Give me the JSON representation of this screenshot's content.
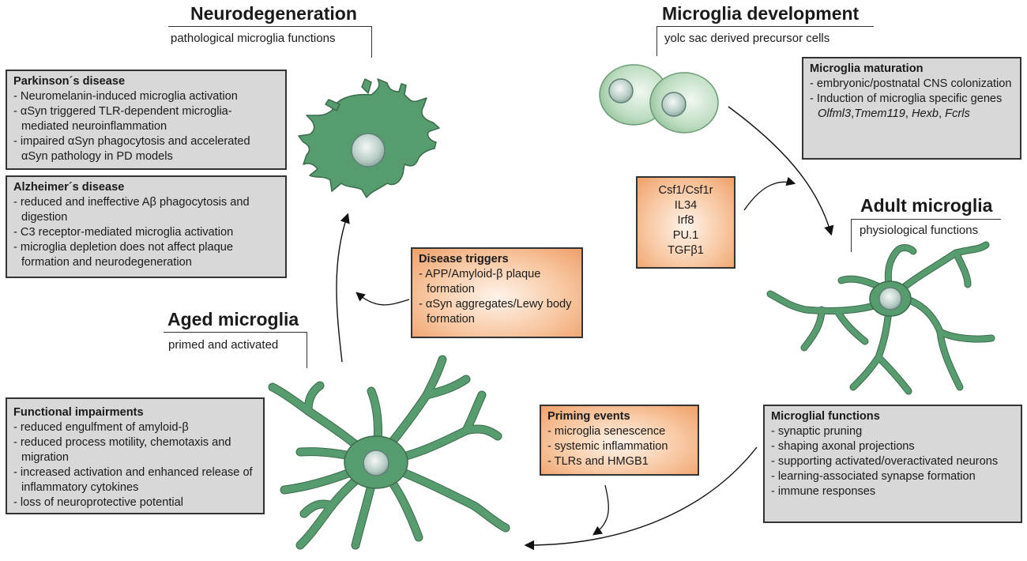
{
  "colors": {
    "cell_fill": "#579c6f",
    "cell_stroke": "#3c6b4d",
    "nucleus_fill": "#d6e3de",
    "precursor_fill": "#c7e0c9",
    "grey_box": "#d8d8d8",
    "orange_box": "#f4b384",
    "line": "#1a1a1a"
  },
  "sections": {
    "neurodegeneration": {
      "title": "Neurodegeneration",
      "subtitle": "pathological microglia functions"
    },
    "development": {
      "title": "Microglia development",
      "subtitle": "yolc sac derived precursor cells"
    },
    "adult": {
      "title": "Adult microglia",
      "subtitle": "physiological functions"
    },
    "aged": {
      "title": "Aged microglia",
      "subtitle": "primed and activated"
    }
  },
  "boxes": {
    "parkinsons": {
      "heading": "Parkinson´s disease",
      "items": [
        "- Neuromelanin-induced microglia activation",
        "- αSyn triggered TLR-dependent microglia-mediated neuroinflammation",
        "- impaired αSyn phagocytosis and accelerated αSyn pathology in PD models"
      ]
    },
    "alzheimers": {
      "heading": "Alzheimer´s disease",
      "items": [
        "- reduced and ineffective Aβ phagocytosis and digestion",
        "- C3 receptor-mediated microglia activation",
        "- microglia depletion does not affect plaque formation and neurodegeneration"
      ]
    },
    "maturation": {
      "heading": "Microglia maturation",
      "item1": "- embryonic/postnatal CNS colonization",
      "item2_prefix": "- Induction of microglia specific genes ",
      "genes": [
        "Olfml3",
        "Tmem119",
        "Hexb",
        "Fcrls"
      ],
      "sep1": ",",
      "sep2": ", ",
      "sep3": ", "
    },
    "factors": {
      "items": [
        "Csf1/Csf1r",
        "IL34",
        "Irf8",
        "PU.1",
        "TGFβ1"
      ]
    },
    "disease_triggers": {
      "heading": "Disease triggers",
      "items": [
        "- APP/Amyloid-β plaque formation",
        "- αSyn aggregates/Lewy body formation"
      ]
    },
    "functional_impairments": {
      "heading": "Functional impairments",
      "items": [
        "- reduced engulfment of amyloid-β",
        "- reduced process motility, chemotaxis and migration",
        "- increased activation and enhanced release of inflammatory cytokines",
        "- loss of neuroprotective potential"
      ]
    },
    "priming_events": {
      "heading": "Priming events",
      "items": [
        "- microglia senescence",
        "- systemic inflammation",
        "- TLRs and HMGB1"
      ]
    },
    "microglial_functions": {
      "heading": "Microglial functions",
      "items": [
        "- synaptic pruning",
        "- shaping axonal projections",
        "- supporting activated/overactivated neurons",
        "- learning-associated synapse formation",
        "- immune responses"
      ]
    }
  }
}
